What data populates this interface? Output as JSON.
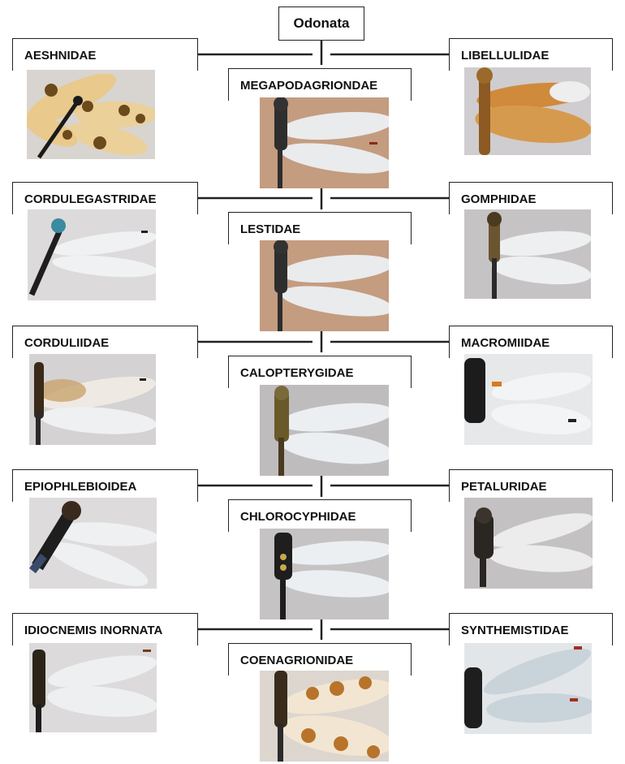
{
  "root": {
    "label": "Odonata"
  },
  "families": {
    "aeshnidae": "AESHNIDAE",
    "megapodagrionidae": "MEGAPODAGRIONDAE",
    "libellulidae": "LIBELLULIDAE",
    "cordulegastridae": "CORDULEGASTRIDAE",
    "lestidae": "LESTIDAE",
    "gomphidae": "GOMPHIDAE",
    "corduliidae": "CORDULIIDAE",
    "calopterygidae": "CALOPTERYGIDAE",
    "macromiidae": "MACROMIIDAE",
    "epiophlebioidea": "EPIOPHLEBIOIDEA",
    "chlorocyphidae": "CHLOROCYPHIDAE",
    "petaluridae": "PETALURIDAE",
    "idiocnemis": "IDIOCNEMIS INORNATA",
    "coenagrionidae": "COENAGRIONIDAE",
    "synthemistidae": "SYNTHEMISTIDAE"
  },
  "colors": {
    "line": "#222222",
    "wing_clear": "#eceff2",
    "photo_bg_gray": "#c9c6c8",
    "photo_bg_tan": "#c49c80",
    "wing_amber": "#d08a3c",
    "spot_brown": "#6b4a1c",
    "body_dark": "#2a2a2a"
  }
}
